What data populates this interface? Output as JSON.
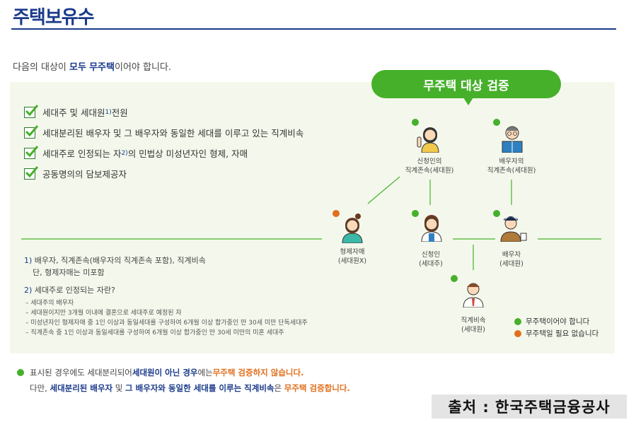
{
  "header": {
    "title": "주택보유수"
  },
  "intro": {
    "prefix": "다음의 대상이 ",
    "hl1": "모두",
    "space": " ",
    "hl2": "무주택",
    "suffix": "이어야 합니다."
  },
  "checklist": [
    {
      "text": "세대주 및 세대원",
      "sup": "1)",
      "after": " 전원"
    },
    {
      "text": "세대분리된 배우자 및 그 배우자와 동일한 세대를 이루고 있는 직계비속",
      "sup": "",
      "after": ""
    },
    {
      "text": "세대주로 인정되는 자",
      "sup": "2)",
      "after": "의 민법상 미성년자인 형제, 자매"
    },
    {
      "text": "공동명의의 담보제공자",
      "sup": "",
      "after": ""
    }
  ],
  "notes": {
    "note1_num": "1)",
    "note1_line1": " 배우자, 직계존속(배우자의 직계존속 포함), 직계비속",
    "note1_line2": "단, 형제자매는 미포함",
    "note2_num": "2)",
    "note2_text": " 세대주로 인정되는 자란?",
    "dash": [
      "– 세대주의 배우자",
      "– 세대원이지만 3개월 이내에 결혼으로 세대주로 예정된 자",
      "– 미성년자인 형제자매 중 1인 이상과 동일세대를 구성하여 6개월 이상 합가중인 만 30세 미만 단독세대주",
      "– 직계존속 중 1인 이상과 동일세대를 구성하여 6개월 이상 합가중인 만 30세 미만의 미혼 세대주"
    ]
  },
  "diagram": {
    "bubble": "무주택 대상 검증",
    "people": {
      "applicant_parent": {
        "l1": "신청인의",
        "l2": "직계존속(세대원)"
      },
      "spouse_parent": {
        "l1": "배우자의",
        "l2": "직계존속(세대원)"
      },
      "sibling": {
        "l1": "형제자매",
        "l2": "(세대원X)"
      },
      "applicant": {
        "l1": "신청인",
        "l2": "(세대주)"
      },
      "spouse": {
        "l1": "배우자",
        "l2": "(세대원)"
      },
      "child": {
        "l1": "직계비속",
        "l2": "(세대원)"
      }
    },
    "legend": {
      "green": "무주택이어야 합니다",
      "orange": "무주택일 필요 없습니다",
      "green_color": "#46b02a",
      "orange_color": "#e0701e"
    }
  },
  "footer": {
    "a1": "표시된 경우에도 세대분리되어 ",
    "a2": "세대원이 아닌 경우",
    "a3": "에는 ",
    "a4": "무주택 검증하지 않습니다.",
    "b1": "다만, ",
    "b2": "세대분리된 배우자",
    "b3": " 및 ",
    "b4": "그 배우자와 동일한 세대를 이루는 직계비속",
    "b5": "은 ",
    "b6": "무주택 검증합니다."
  },
  "source": "출처 : 한국주택금융공사"
}
